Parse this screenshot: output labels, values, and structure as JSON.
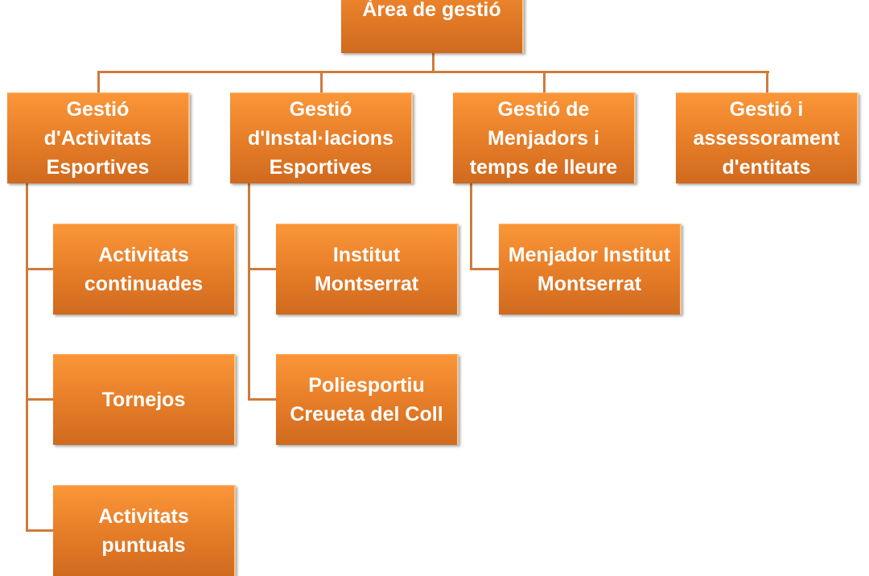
{
  "root": {
    "label": "Àrea de gestió"
  },
  "departments": [
    {
      "label": "Gestió d'Activitats Esportives",
      "children": [
        "Activitats continuades",
        "Tornejos",
        "Activitats puntuals"
      ]
    },
    {
      "label": "Gestió d'Instal·lacions Esportives",
      "children": [
        "Institut Montserrat",
        "Poliesportiu Creueta del Coll"
      ]
    },
    {
      "label": "Gestió de Menjadors i temps de lleure",
      "children": [
        "Menjador Institut Montserrat"
      ]
    },
    {
      "label": "Gestió i assessorament d'entitats",
      "children": []
    }
  ]
}
